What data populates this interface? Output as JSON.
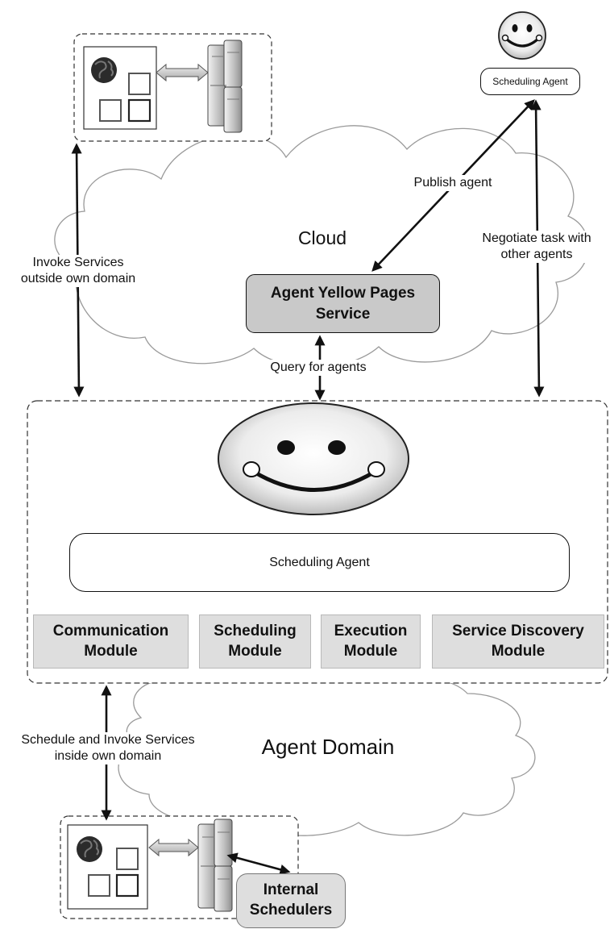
{
  "cloud": {
    "label": "Cloud"
  },
  "agent_domain": {
    "label": "Agent Domain"
  },
  "top_agent": {
    "label": "Scheduling Agent"
  },
  "yellow_pages": {
    "label": "Agent Yellow Pages\nService"
  },
  "main_agent": {
    "label": "Scheduling Agent"
  },
  "modules": [
    {
      "label": "Communication\nModule"
    },
    {
      "label": "Scheduling\nModule"
    },
    {
      "label": "Execution\nModule"
    },
    {
      "label": "Service Discovery\nModule"
    }
  ],
  "arrows": {
    "publish_agent": "Publish agent",
    "negotiate": "Negotiate task with\nother agents",
    "invoke_outside": "Invoke Services\noutside own domain",
    "query_agents": "Query for agents",
    "schedule_inside": "Schedule and Invoke Services\ninside own domain"
  },
  "internal_schedulers": {
    "label": "Internal\nSchedulers"
  },
  "colors": {
    "module_fill": "#dedede",
    "yellow_pages_fill": "#c9c9c9",
    "line": "#111111"
  }
}
